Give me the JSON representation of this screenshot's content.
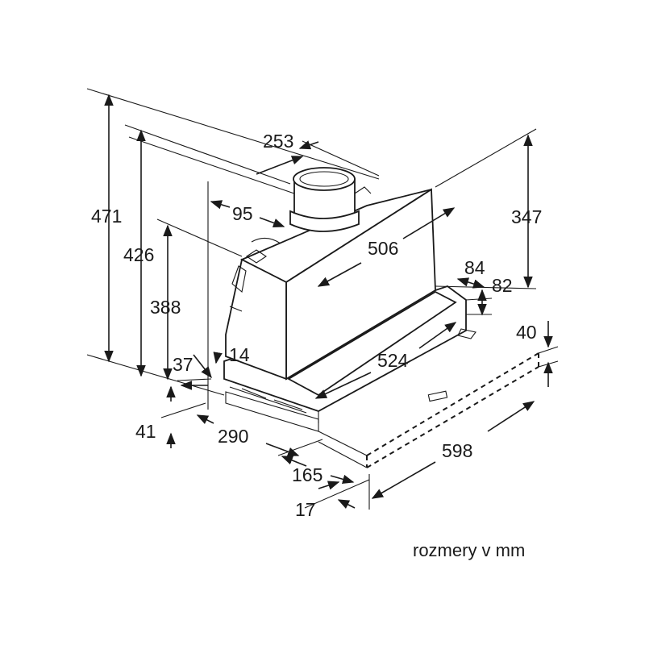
{
  "dimensions": {
    "d471": "471",
    "d426": "426",
    "d388": "388",
    "d253": "253",
    "d95": "95",
    "d506": "506",
    "d347": "347",
    "d84": "84",
    "d82": "82",
    "d40": "40",
    "d524": "524",
    "d37": "37",
    "d14": "14",
    "d41": "41",
    "d290": "290",
    "d598": "598",
    "d165": "165",
    "d17": "17"
  },
  "caption": "rozmery v mm"
}
